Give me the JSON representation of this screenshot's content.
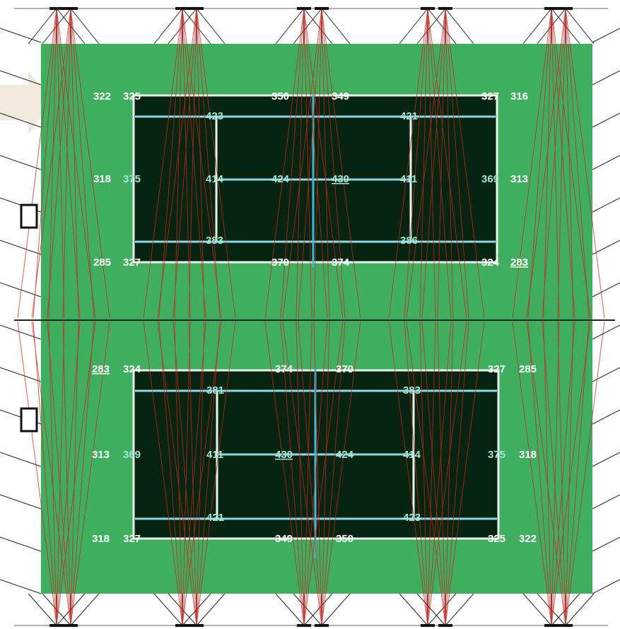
{
  "colors": {
    "background": "#ffffff",
    "field": "#3fae5f",
    "court": "#06240f",
    "court_line": "#e8f5ee",
    "center_line": "#3fb8d8",
    "light_ray": "#c8281f",
    "frame_line": "#222222",
    "label_outer": "#ffffff",
    "label_inner": "#9fe8d8"
  },
  "court_top": {
    "outer_left": [
      "322",
      "318",
      "285"
    ],
    "outer_right": [
      "316",
      "313",
      "283"
    ],
    "corners": {
      "top_left": "325",
      "top_right": "327",
      "bottom_left": "327",
      "bottom_right": "324"
    },
    "baseline_top": [
      "350",
      "349"
    ],
    "baseline_bottom": [
      "370",
      "374"
    ],
    "side_left": "375",
    "side_right": "369",
    "service_top": [
      "423",
      "421"
    ],
    "service_bottom": [
      "383",
      "386"
    ],
    "center_row": [
      "414",
      "424",
      "430",
      "411"
    ]
  },
  "court_bottom": {
    "outer_left": [
      "283",
      "313",
      "318"
    ],
    "outer_right": [
      "285",
      "318",
      "322"
    ],
    "corners": {
      "top_left": "324",
      "top_right": "327",
      "bottom_left": "327",
      "bottom_right": "325"
    },
    "baseline_top": [
      "374",
      "370"
    ],
    "baseline_bottom": [
      "349",
      "350"
    ],
    "side_left": "369",
    "side_right": "375",
    "service_top": [
      "381",
      "383"
    ],
    "service_bottom": [
      "421",
      "423"
    ],
    "center_row": [
      "411",
      "430",
      "424",
      "414"
    ]
  }
}
